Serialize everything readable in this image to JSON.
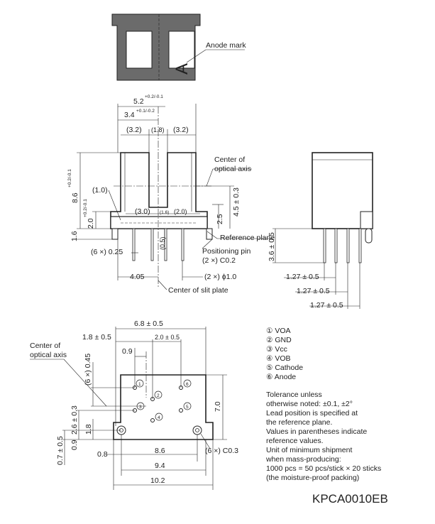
{
  "top_view": {
    "body_letter": "A",
    "anode_mark_label": "Anode mark"
  },
  "front_view": {
    "dim_width_total": "5.2",
    "dim_width_total_tol": "+0.2/-0.1",
    "dim_width_inner": "3.4",
    "dim_width_inner_tol": "+0.1/-0.2",
    "dim_left_arm": "(3.2)",
    "dim_slit": "(1.8)",
    "dim_right_arm": "(3.2)",
    "dim_height": "8.6",
    "dim_height_tol": "+0.2/-0.1",
    "dim_step": "(1.0)",
    "dim_base_height": "2.0",
    "dim_base_height_tol": "+0.2/-0.1",
    "dim_base_bottom": "1.6",
    "dim_pin_pitch_left": "(3.0)",
    "dim_pin_gap": "(1.6)",
    "dim_pin_pitch_right": "(2.0)",
    "dim_optical_axis_height": "4.5 ± 0.3",
    "dim_ref_offset": "2.5",
    "dim_lead_offset": "(0.5)",
    "dim_pin_chamfer": "(6 ×) 0.25",
    "dim_slit_center": "4.05",
    "dim_positioning_pin_dia": "(2 ×) ϕ1.0",
    "label_center_optical_axis": "Center of\noptical axis",
    "label_reference_plane": "Reference plane",
    "label_positioning_pin": "Positioning pin",
    "label_positioning_pin_chamfer": "(2 ×) C0.2",
    "label_center_slit_plate": "Center of slit plate"
  },
  "side_view": {
    "dim_lead_length": "3.6 ± 0.5",
    "dim_pitch_1": "1.27 ± 0.5",
    "dim_pitch_2": "1.27 ± 0.5",
    "dim_pitch_3": "1.27 ± 0.5"
  },
  "bottom_view": {
    "label_center_optical_axis": "Center of\noptical axis",
    "dim_pin_span_x": "6.8 ± 0.5",
    "dim_pin_offset_x": "1.8 ± 0.5",
    "dim_pin_pitch_x": "2.0 ± 0.5",
    "dim_axis_offset": "0.9",
    "dim_pin_offset_y": "(6 ×) 0.45",
    "dim_pin_row_y": "2.6 ± 0.3",
    "dim_hole_y": "1.8",
    "dim_hole_bottom": "0.9",
    "dim_bottom_tol": "0.7 ± 0.5",
    "dim_body_height": "7.0",
    "dim_hole_edge": "0.8",
    "dim_hole_pitch": "8.6",
    "dim_width_mid": "9.4",
    "dim_width_total": "10.2",
    "dim_hole_chamfer": "(6 ×) C0.3",
    "pin_numbers": [
      "1",
      "2",
      "3",
      "4",
      "5",
      "6"
    ]
  },
  "pin_legend": [
    {
      "num": "①",
      "label": "VOA"
    },
    {
      "num": "②",
      "label": "GND"
    },
    {
      "num": "③",
      "label": "Vcc"
    },
    {
      "num": "④",
      "label": "VOB"
    },
    {
      "num": "⑤",
      "label": "Cathode"
    },
    {
      "num": "⑥",
      "label": "Anode"
    }
  ],
  "notes": [
    "Tolerance unless",
    "otherwise noted: ±0.1, ±2°",
    "Lead position is specified at",
    "the reference plane.",
    "Values in parentheses indicate",
    "reference values.",
    "Unit of minimum shipment",
    "when mass-producing:",
    "1000 pcs = 50 pcs/stick × 20 sticks",
    "(the moisture-proof packing)"
  ],
  "drawing_code": "KPCA0010EB"
}
